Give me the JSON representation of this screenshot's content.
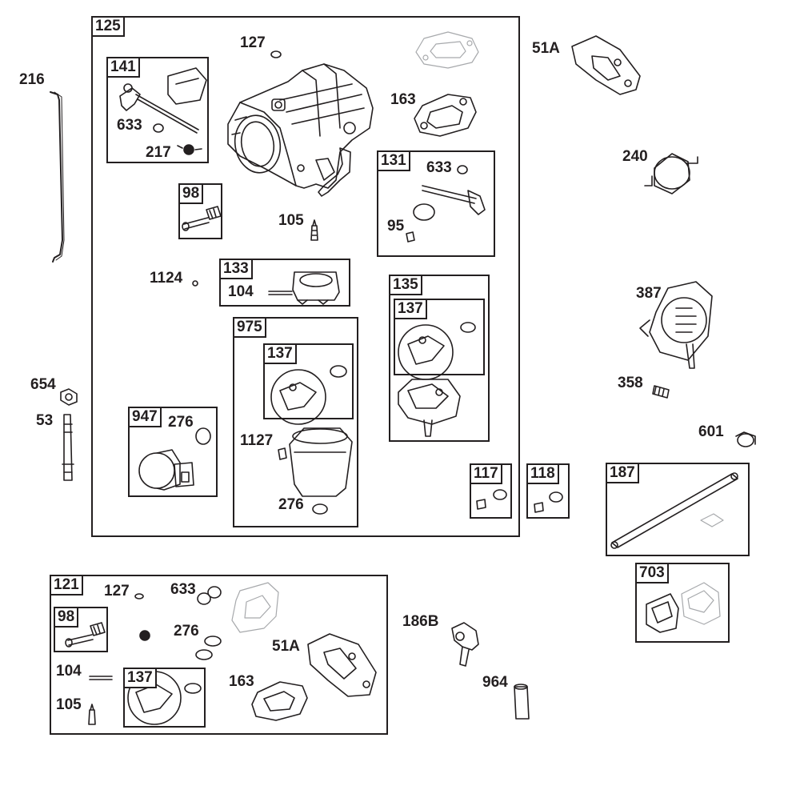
{
  "groups": {
    "g125": "125",
    "g141": "141",
    "g98a": "98",
    "g133": "133",
    "g131": "131",
    "g135": "135",
    "g137a": "137",
    "g975": "975",
    "g137b": "137",
    "g947": "947",
    "g117": "117",
    "g118": "118",
    "g187": "187",
    "g703": "703",
    "g121": "121",
    "g98b": "98",
    "g137c": "137"
  },
  "labels": {
    "l216": "216",
    "l127a": "127",
    "l51Aa": "51A",
    "l163a": "163",
    "l633a": "633",
    "l217": "217",
    "l240": "240",
    "l633b": "633",
    "l105a": "105",
    "l95": "95",
    "l1124": "1124",
    "l104a": "104",
    "l387": "387",
    "l358": "358",
    "l654": "654",
    "l53": "53",
    "l276a": "276",
    "l1127": "1127",
    "l601": "601",
    "l276b": "276",
    "l127b": "127",
    "l633c": "633",
    "l276c": "276",
    "l186B": "186B",
    "l51Ab": "51A",
    "l104b": "104",
    "l163b": "163",
    "l964": "964",
    "l105b": "105"
  },
  "colors": {
    "ink": "#231f20",
    "ghost": "#a7a9ac",
    "paper": "#ffffff"
  }
}
